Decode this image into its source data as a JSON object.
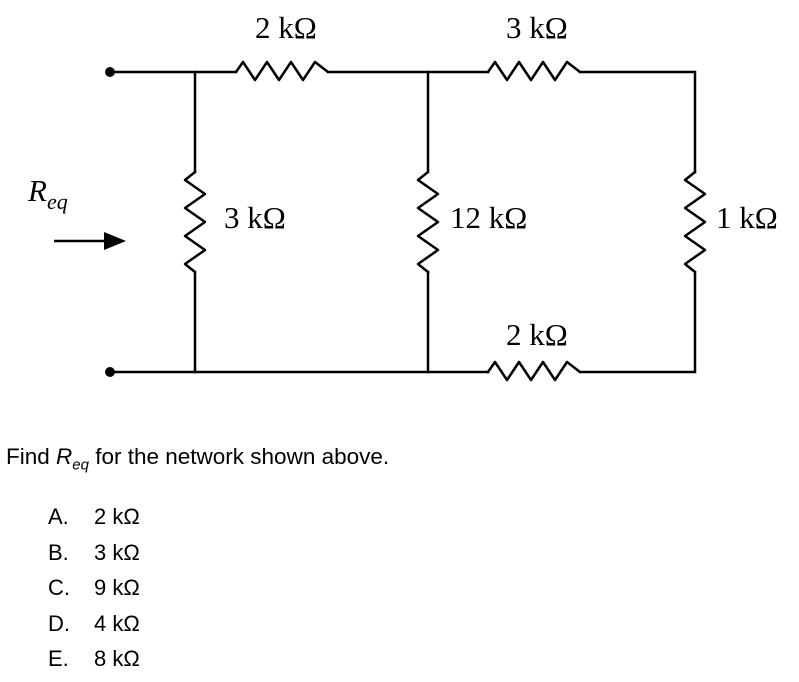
{
  "circuit": {
    "req_symbol": "R",
    "req_subscript": "eq",
    "top_left_resistor": "2 kΩ",
    "top_right_resistor": "3 kΩ",
    "left_vertical_resistor": "3 kΩ",
    "middle_vertical_resistor": "12 kΩ",
    "right_vertical_resistor": "1 kΩ",
    "bottom_resistor": "2 kΩ"
  },
  "question": {
    "prefix": "Find ",
    "symbol": "R",
    "subscript": "eq",
    "suffix": " for the network shown above."
  },
  "options": [
    {
      "letter": "A.",
      "value": "2 kΩ"
    },
    {
      "letter": "B.",
      "value": "3 kΩ"
    },
    {
      "letter": "C.",
      "value": "9 kΩ"
    },
    {
      "letter": "D.",
      "value": "4 kΩ"
    },
    {
      "letter": "E.",
      "value": "8 kΩ"
    }
  ]
}
